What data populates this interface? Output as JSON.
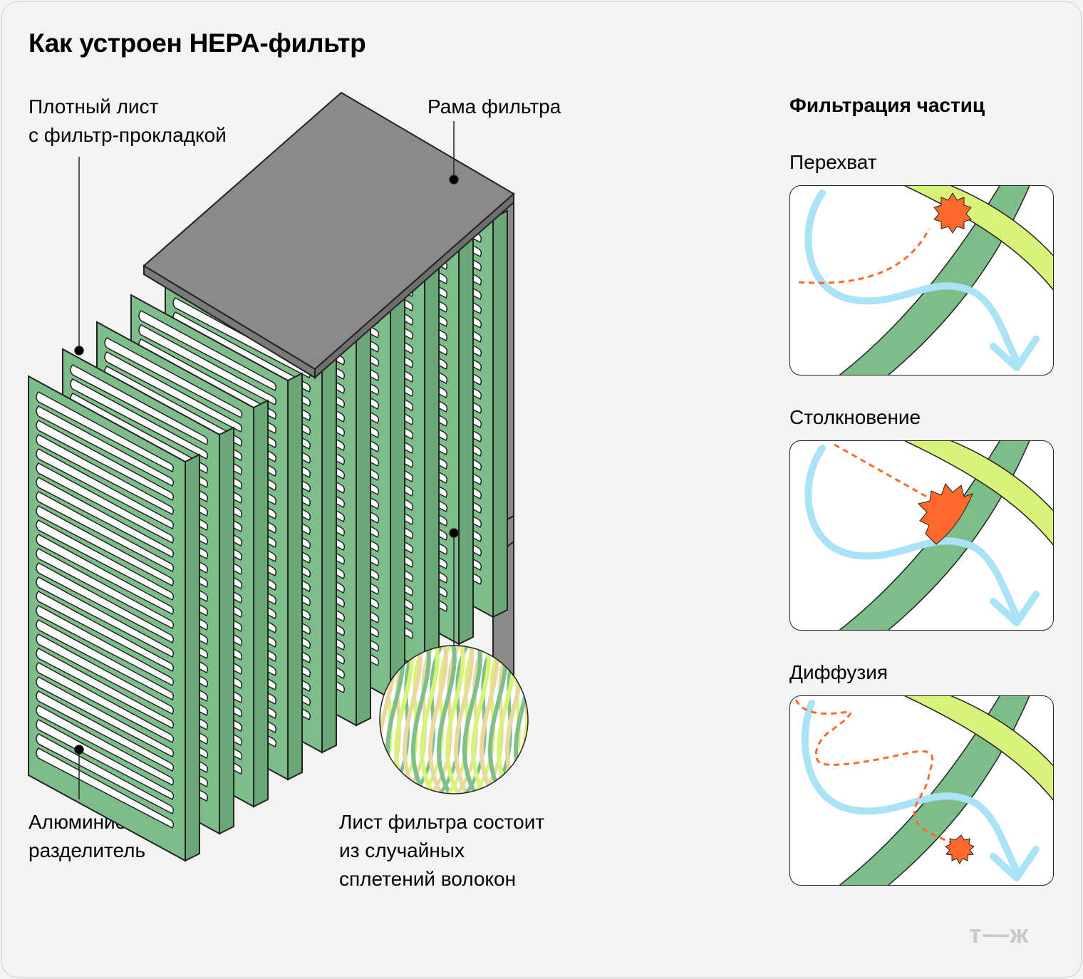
{
  "title": "Как устроен HEPA-фильтр",
  "labels": {
    "sheet": [
      "Плотный лист",
      "с фильтр-прокладкой"
    ],
    "frame": "Рама фильтра",
    "separator": [
      "Алюминиевый",
      "разделитель"
    ],
    "fibers": [
      "Лист фильтра состоит",
      "из случайных",
      "сплетений волокон"
    ]
  },
  "filtration": {
    "heading": "Фильтрация частиц",
    "panels": [
      {
        "label": "Перехват"
      },
      {
        "label": "Столкновение"
      },
      {
        "label": "Диффузия"
      }
    ]
  },
  "logo": "т—ж",
  "colors": {
    "frame": "#8a8a8a",
    "sheet_green": "#7dbd8a",
    "fiber_dark": "#7fbf8a",
    "fiber_light": "#d9f27a",
    "airflow": "#a9e3f5",
    "particle": "#ff6a2b"
  }
}
